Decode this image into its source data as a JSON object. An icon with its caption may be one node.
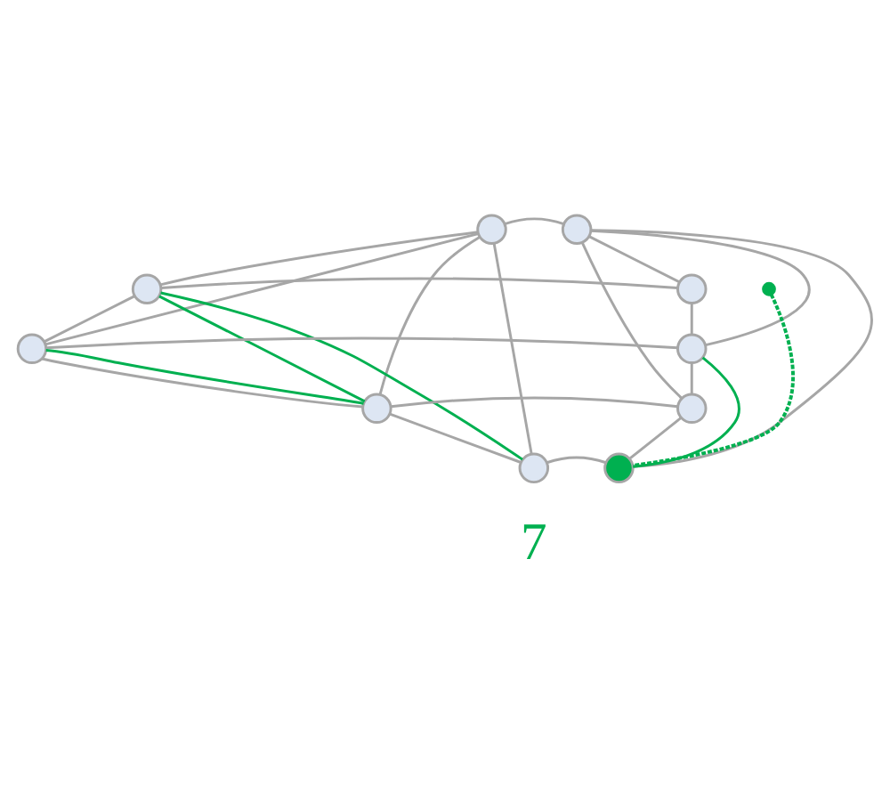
{
  "diagram": {
    "nodes": [
      {
        "text": [],
        "shape": "circle"
      },
      {
        "text": [],
        "shape": "circle"
      },
      {
        "text": [],
        "shape": "circle"
      },
      {
        "text": [],
        "shape": "circle"
      },
      {
        "text": [],
        "shape": "circle"
      },
      {
        "text": [],
        "shape": "circle"
      },
      {
        "text": [],
        "shape": "circle"
      },
      {
        "text": [],
        "shape": "circle"
      },
      {
        "text": [],
        "shape": "circle"
      },
      {
        "text": [],
        "shape": "circle"
      },
      {
        "text": [],
        "shape": "circle"
      }
    ],
    "edges": [
      {
        "from": 0,
        "to": 1,
        "arrow": "none"
      },
      {
        "from": 0,
        "to": 2,
        "arrow": "none"
      },
      {
        "from": 0,
        "to": 4,
        "arrow": "none"
      },
      {
        "from": 0,
        "to": 6,
        "arrow": "none"
      },
      {
        "from": 0,
        "to": 8,
        "arrow": "none"
      },
      {
        "from": 1,
        "to": 3,
        "arrow": "none"
      },
      {
        "from": 1,
        "to": 5,
        "arrow": "none"
      },
      {
        "from": 1,
        "to": 7,
        "arrow": "none"
      },
      {
        "from": 1,
        "to": 9,
        "arrow": "none"
      },
      {
        "from": 2,
        "to": 3,
        "arrow": "none"
      },
      {
        "from": 4,
        "to": 5,
        "arrow": "none"
      },
      {
        "from": 6,
        "to": 7,
        "arrow": "none"
      },
      {
        "from": 8,
        "to": 9,
        "arrow": "none"
      },
      {
        "from": 2,
        "to": 4,
        "arrow": "none"
      },
      {
        "from": 4,
        "to": 6,
        "arrow": "none"
      },
      {
        "from": 6,
        "to": 8,
        "arrow": "none"
      },
      {
        "from": 3,
        "to": 5,
        "arrow": "none"
      },
      {
        "from": 5,
        "to": 7,
        "arrow": "none"
      },
      {
        "from": 7,
        "to": 9,
        "arrow": "none"
      },
      {
        "from": 2,
        "to": 6,
        "arrow": "none",
        "color": "#00b050"
      },
      {
        "from": 2,
        "to": 8,
        "arrow": "none",
        "color": "#00b050"
      },
      {
        "from": 4,
        "to": 6,
        "arrow": "none",
        "color": "#00b050"
      },
      {
        "from": 5,
        "to": 9,
        "arrow": "none",
        "color": "#00b050"
      },
      {
        "from": 10,
        "to": 9,
        "arrow": "none",
        "style": "dashed",
        "color": "#00b050"
      }
    ],
    "labels": [
      "7"
    ]
  }
}
